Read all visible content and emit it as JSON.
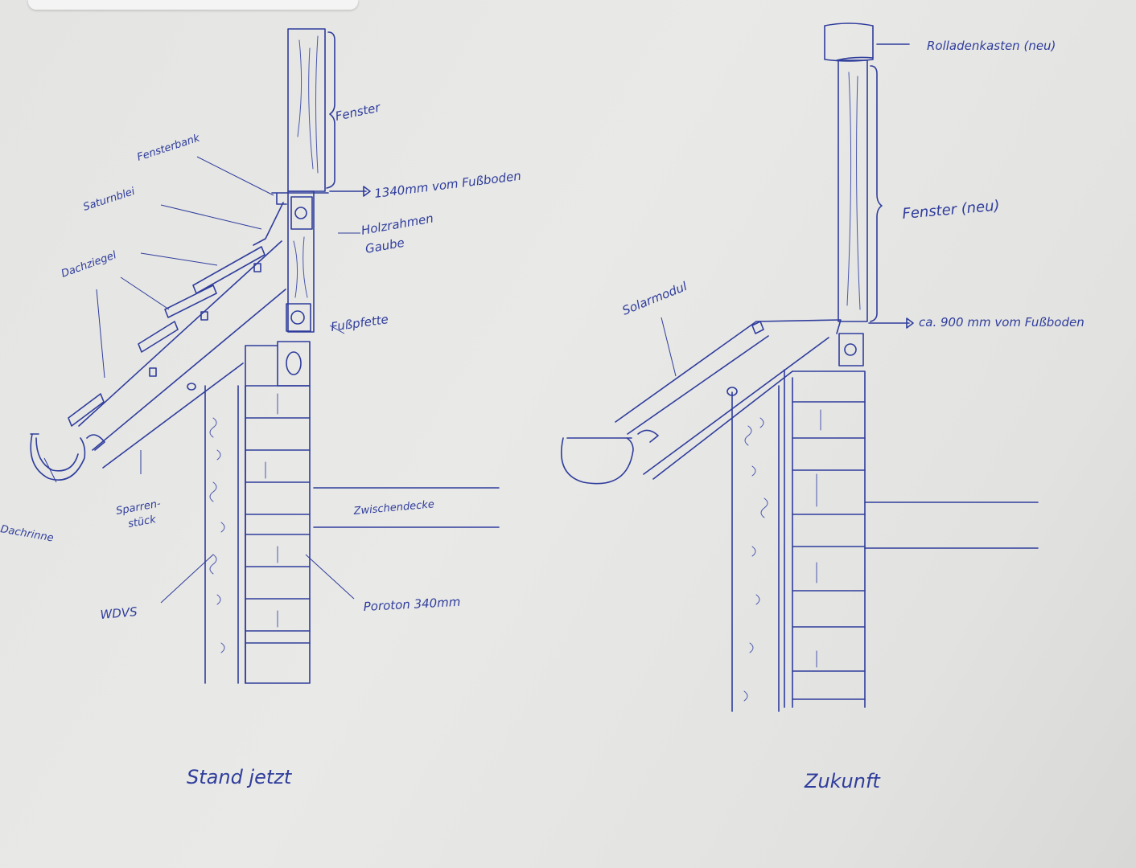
{
  "left_drawing": {
    "caption": "Stand jetzt",
    "labels": {
      "fenster": "Fenster",
      "fensterbank": "Fensterbank",
      "saturnblei": "Saturnblei",
      "height": "1340mm vom Fußboden",
      "holzrahmen": "Holzrahmen",
      "gaube": "Gaube",
      "dachziegel": "Dachziegel",
      "fusspfette": "Fußpfette",
      "dachrinne": "Dachrinne",
      "sparren": "Sparren-",
      "stueck": "stück",
      "zwischendecke": "Zwischendecke",
      "wdvs": "WDVS",
      "poroton": "Poroton 340mm"
    }
  },
  "right_drawing": {
    "caption": "Zukunft",
    "labels": {
      "rolladenkasten": "Rolladenkasten (neu)",
      "fenster": "Fenster (neu)",
      "solarmodul": "Solarmodul",
      "height": "ca. 900 mm vom Fußboden"
    }
  },
  "colors": {
    "ink": "#2f3d9c",
    "paper": "#e6e6e4"
  }
}
